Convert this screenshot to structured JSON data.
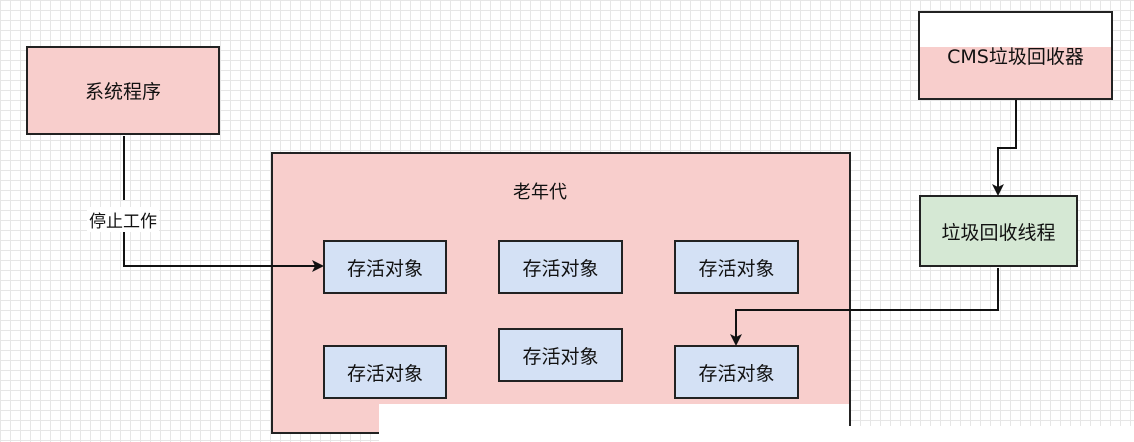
{
  "nodes": {
    "system_program": "系统程序",
    "old_generation": "老年代",
    "cms_collector": "CMS垃圾回收器",
    "gc_thread": "垃圾回收线程",
    "live_objects": [
      "存活对象",
      "存活对象",
      "存活对象",
      "存活对象",
      "存活对象",
      "存活对象"
    ]
  },
  "edges": {
    "stop_work": "停止工作"
  },
  "colors": {
    "pink_fill": "#f8cecc",
    "blue_fill": "#d4e1f5",
    "green_fill": "#d5e8d4",
    "stroke": "#222222"
  }
}
